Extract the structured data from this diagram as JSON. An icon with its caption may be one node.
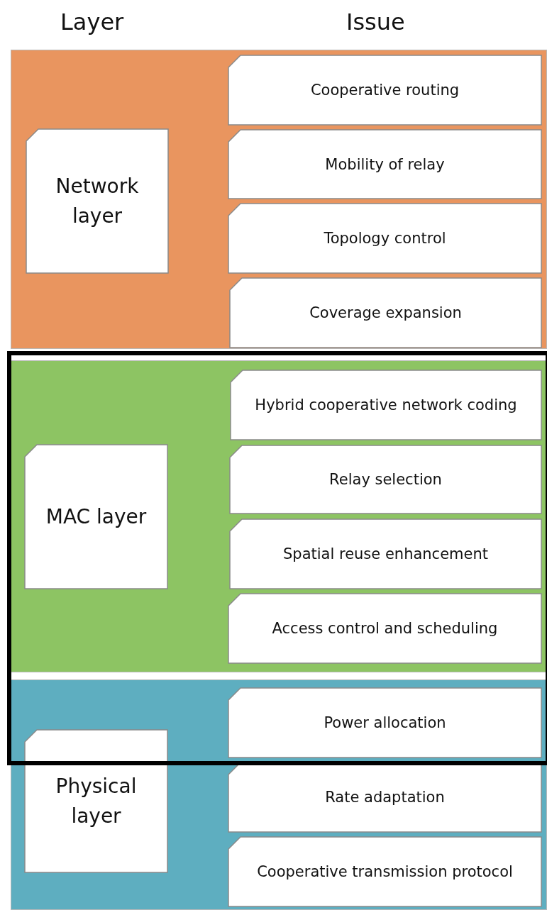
{
  "diagram": {
    "nodes": [
      {
        "text": [],
        "shape": "band"
      },
      {
        "text": [
          "Network layer"
        ],
        "in": 0
      },
      {
        "text": [
          "Cooperative routing"
        ],
        "in": 0
      },
      {
        "text": [
          "Mobility of relay"
        ],
        "in": 0
      },
      {
        "text": [
          "Topology control"
        ],
        "in": 0
      },
      {
        "text": [
          "Coverage expansion"
        ],
        "in": 0
      },
      {
        "text": [],
        "shape": "band"
      },
      {
        "text": [
          "MAC layer"
        ],
        "in": 6
      },
      {
        "text": [
          "Hybrid cooperative network coding"
        ],
        "in": 6
      },
      {
        "text": [
          "Relay selection"
        ],
        "in": 6
      },
      {
        "text": [
          "Spatial reuse enhancement"
        ],
        "in": 6
      },
      {
        "text": [
          "Access control and scheduling"
        ],
        "in": 6
      },
      {
        "text": [],
        "shape": "band"
      },
      {
        "text": [
          "Physical layer"
        ],
        "in": 12
      },
      {
        "text": [
          "Power allocation"
        ],
        "in": 12
      },
      {
        "text": [
          "Rate adaptation"
        ],
        "in": 12
      },
      {
        "text": [
          "Cooperative transmission protocol"
        ],
        "in": 12
      }
    ],
    "edges": [],
    "labels": [
      "Layer",
      "Issue"
    ]
  }
}
